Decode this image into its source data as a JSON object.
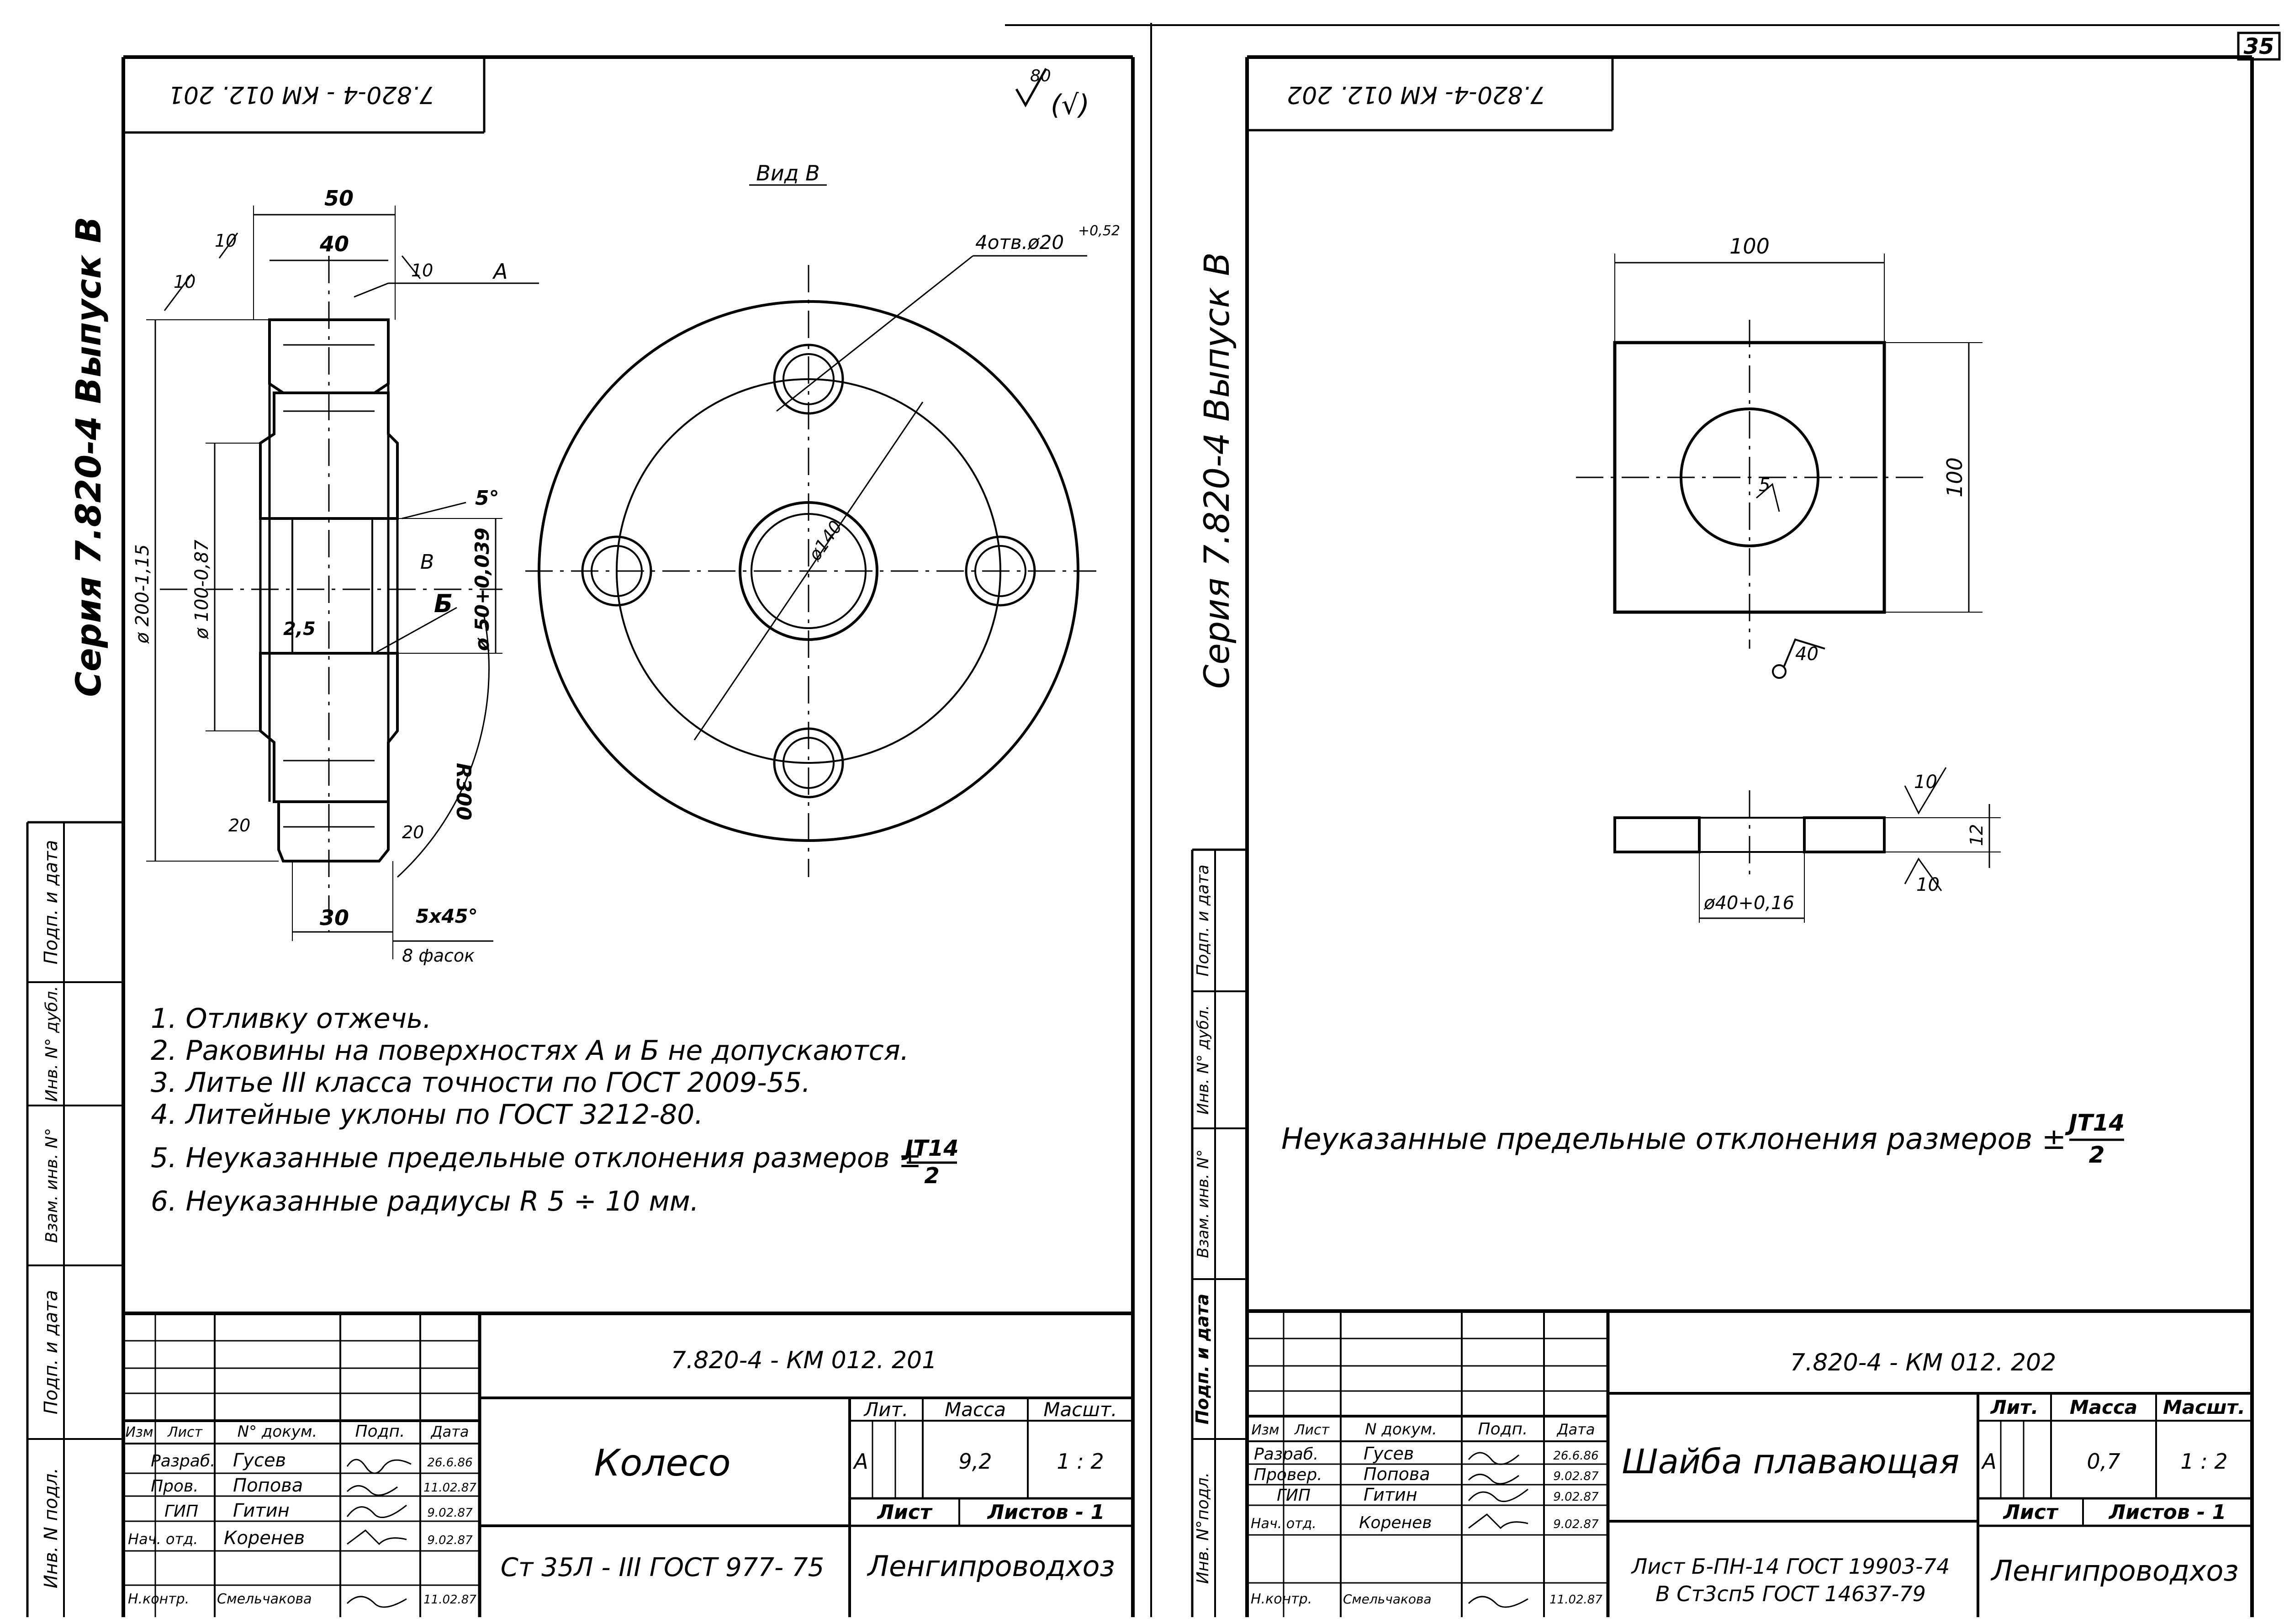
{
  "page_number": "35",
  "left": {
    "rotated_code": "7.820-4 - КМ 012. 201",
    "roughness_mark": "80",
    "roughness_paren": "(√)",
    "series_label": "Серия 7.820-4   Выпуск В",
    "view_label": "Вид В",
    "hole_note": "4отв.ø20",
    "hole_tol": "+0,52",
    "dims": {
      "d50": "50",
      "d40": "40",
      "r10a": "10",
      "r10b": "10",
      "r10c": "10",
      "A": "А",
      "d200": "ø 200-1,15",
      "d100": "ø 100-0,87",
      "d50h": "ø 50+0,039",
      "B1": "В",
      "B2": "Б",
      "deg5": "5°",
      "r25": "2,5",
      "r20a": "20",
      "r20b": "20",
      "R300": "R300",
      "d30": "30",
      "chamfer": "5x45°",
      "chamfer_count": "8 фасок",
      "d140": "ø140"
    },
    "notes": [
      "1. Отливку отжечь.",
      "2. Раковины на поверхностях  А и Б не допускаются.",
      "3. Литье  III класса  точности по ГОСТ 2009-55.",
      "4. Литейные уклоны по ГОСТ 3212-80.",
      "5. Неуказанные предельные отклонения  размеров  ±",
      "6. Неуказанные радиусы  R 5 ÷ 10 мм."
    ],
    "note5_frac_top": "JT14",
    "note5_frac_bottom": "2",
    "stamp": {
      "doc_code": "7.820-4 - КМ 012. 201",
      "title": "Колесо",
      "material": "Ст 35Л - III  ГОСТ  977- 75",
      "org": "Ленгипроводхоз",
      "lit_h": "Лит.",
      "mass_h": "Масса",
      "scale_h": "Масшт.",
      "lit": "А",
      "mass": "9,2",
      "scale": "1 : 2",
      "sheet": "Лист",
      "sheets": "Листов - 1",
      "headers": [
        "Изм",
        "Лист",
        "N° докум.",
        "Подп.",
        "Дата"
      ],
      "rows": [
        [
          "Разраб.",
          "Гусев",
          "",
          "26.6.86"
        ],
        [
          "Пров.",
          "Попова",
          "",
          "11.02.87"
        ],
        [
          "ГИП",
          "Гитин",
          "",
          "9.02.87"
        ],
        [
          "Нач. отд.",
          "Коренев",
          "",
          "9.02.87"
        ],
        [
          "Н.контр.",
          "Смельчакова",
          "",
          "11.02.87"
        ]
      ]
    },
    "side_cells": [
      "Подп. и дата",
      "Взам. инв. N°",
      "Инв. N° дубл.",
      "Подп. и дата",
      "Инв. N подл."
    ]
  },
  "right": {
    "rotated_code": "7.820-4- КМ 012. 202",
    "series_label": "Серия 7.820-4   Выпуск В",
    "dims": {
      "w100": "100",
      "h100": "100",
      "r5": "5",
      "r40": "40",
      "r10a": "10",
      "r10b": "10",
      "d12": "12",
      "d40": "ø40+0,16"
    },
    "note": "Неуказанные  предельные  отклонения  размеров  ±",
    "note_frac_top": "JT14",
    "note_frac_bottom": "2",
    "stamp": {
      "doc_code": "7.820-4 - КМ 012. 202",
      "title": "Шайба плавающая",
      "material_1": "Лист  Б-ПН-14 ГОСТ  19903-74",
      "material_2": "В Ст3сп5 ГОСТ  14637-79",
      "org": "Ленгипроводхоз",
      "lit_h": "Лит.",
      "mass_h": "Масса",
      "scale_h": "Масшт.",
      "lit": "А",
      "mass": "0,7",
      "scale": "1 : 2",
      "sheet": "Лист",
      "sheets": "Листов - 1",
      "headers": [
        "Изм",
        "Лист",
        "N докум.",
        "Подп.",
        "Дата"
      ],
      "rows": [
        [
          "Разраб.",
          "Гусев",
          "",
          "26.6.86"
        ],
        [
          "Провер.",
          "Попова",
          "",
          "9.02.87"
        ],
        [
          "ГИП",
          "Гитин",
          "",
          "9.02.87"
        ],
        [
          "Нач. отд.",
          "Коренев",
          "",
          "9.02.87"
        ],
        [
          "Н.контр.",
          "Смельчакова",
          "",
          "11.02.87"
        ]
      ]
    },
    "side_cells": [
      "Подп. и дата",
      "Взам. инв. N°",
      "Инв. N° дубл.",
      "Подп. и дата",
      "Инв. N°подл."
    ]
  }
}
